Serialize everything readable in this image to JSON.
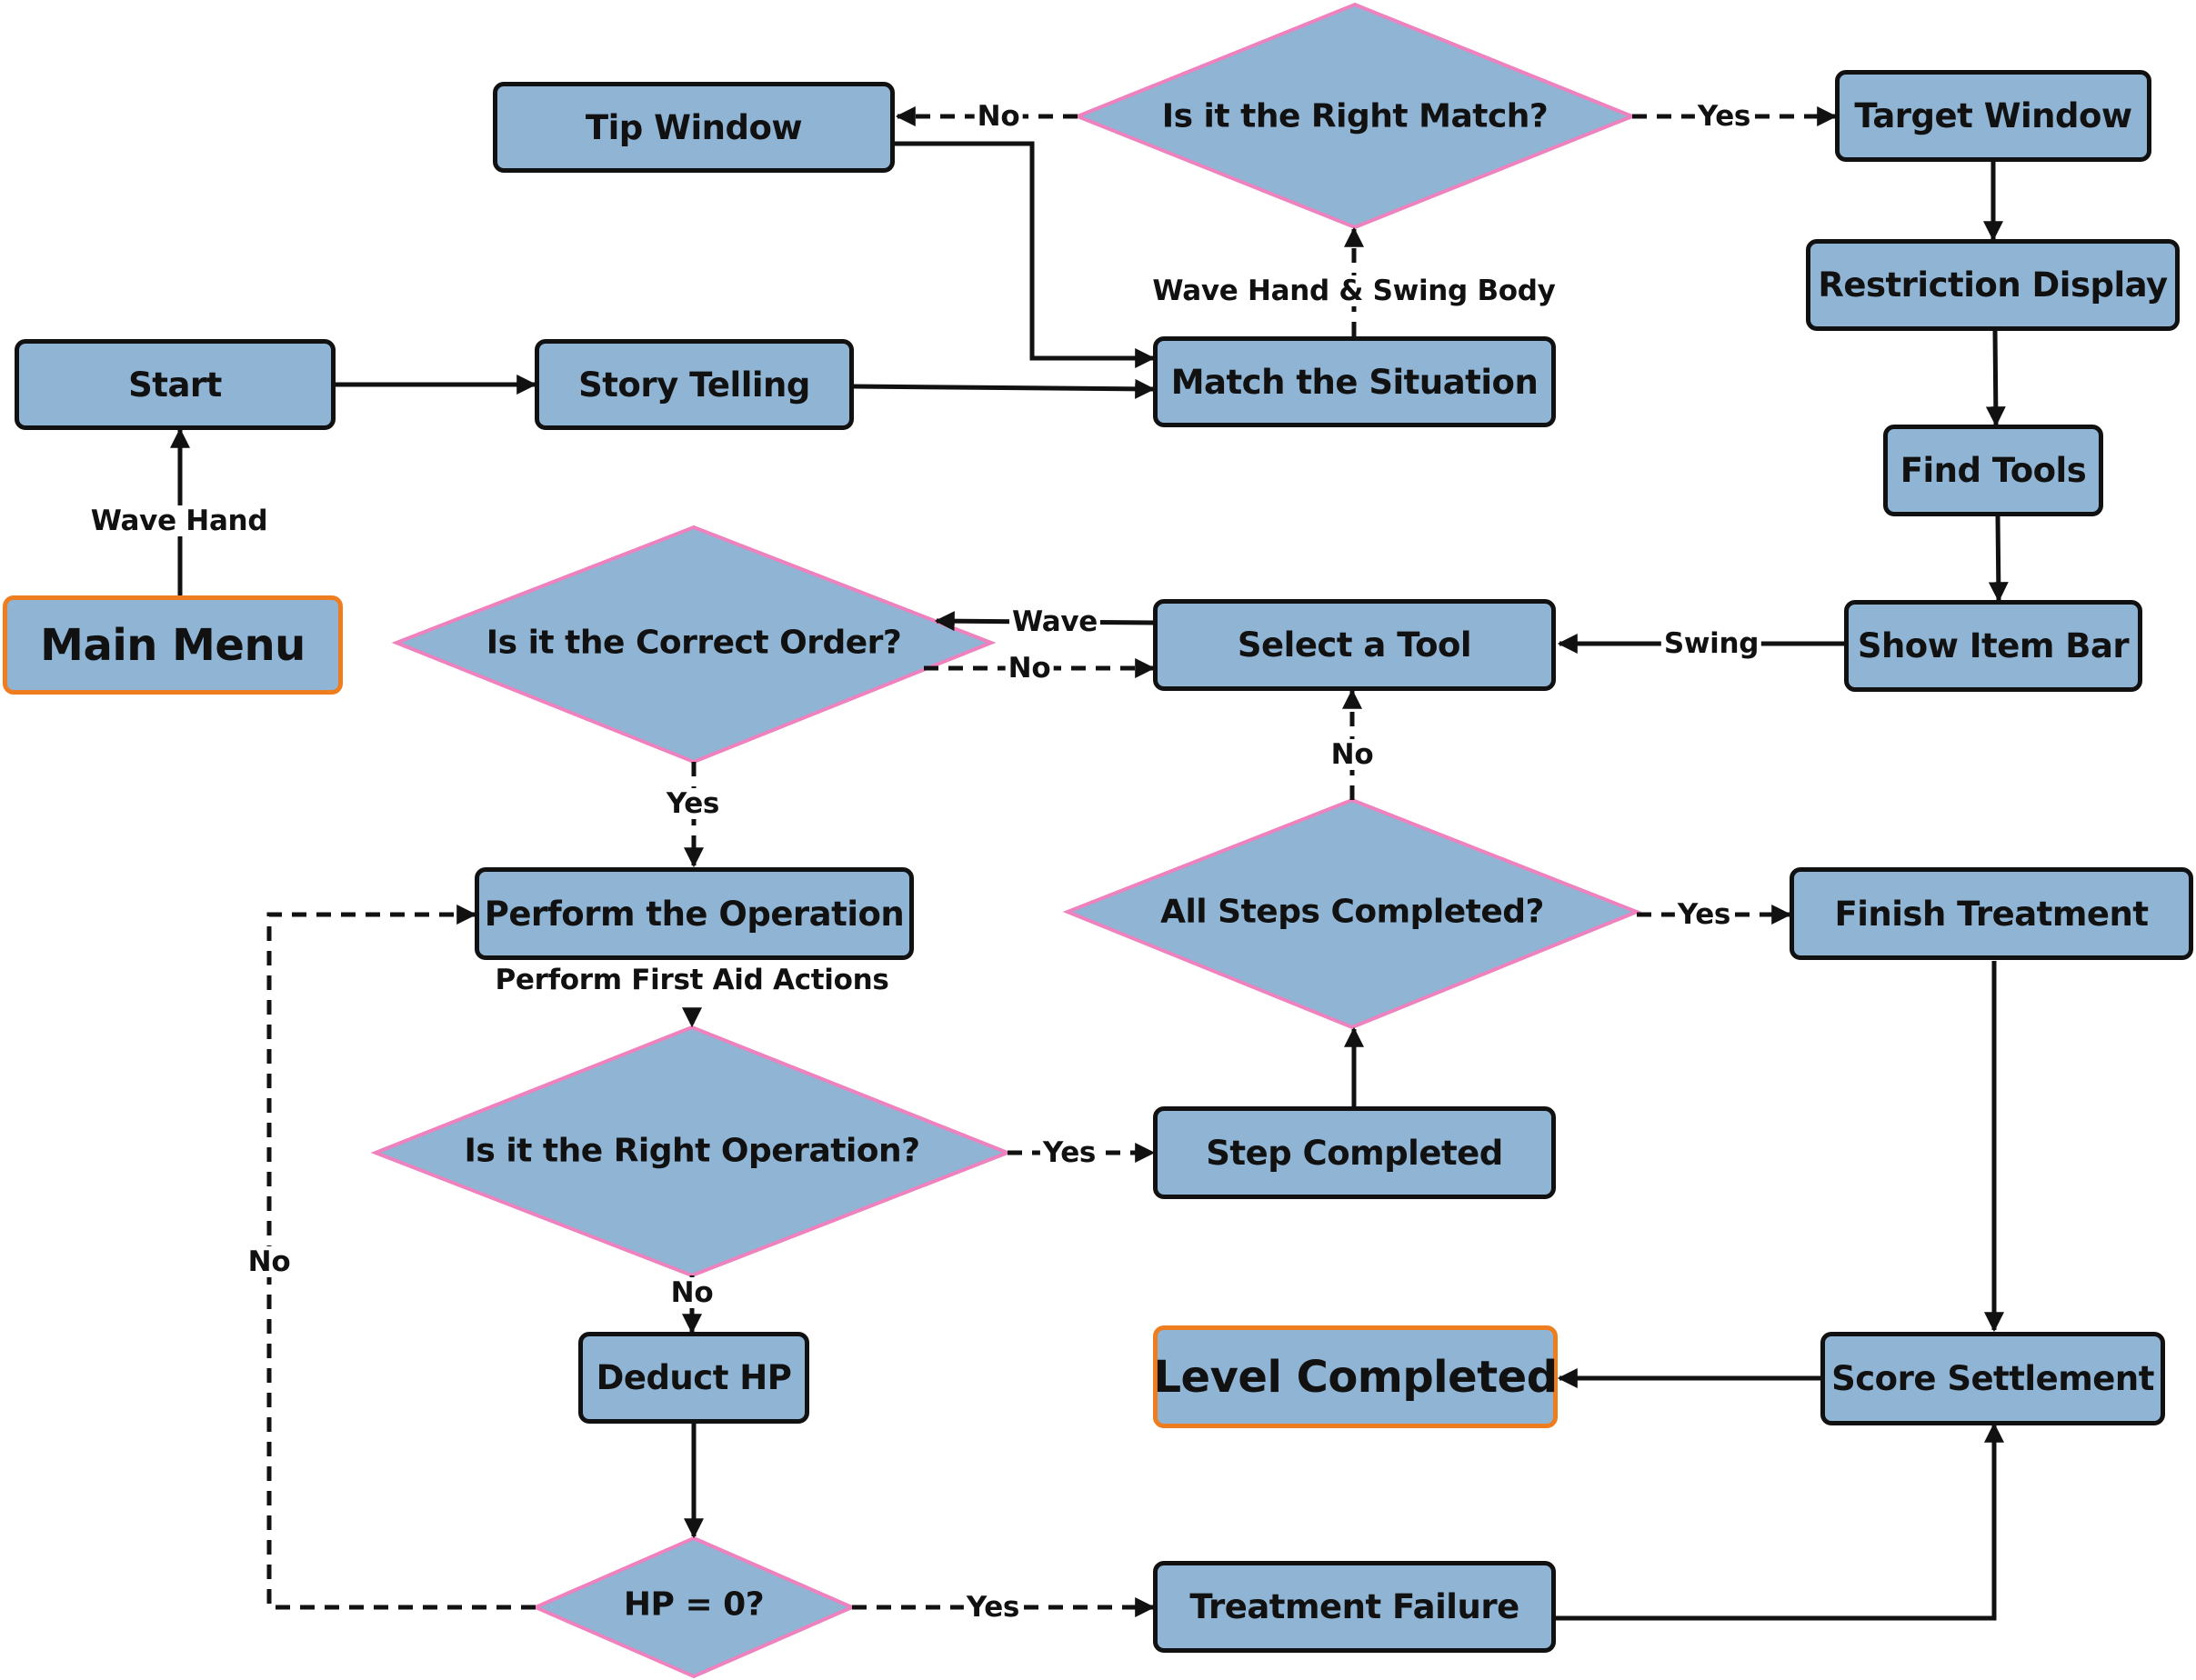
{
  "nodes": {
    "main_menu": "Main Menu",
    "start": "Start",
    "story_telling": "Story Telling",
    "match_situation": "Match the Situation",
    "tip_window": "Tip Window",
    "right_match": "Is it the Right Match?",
    "target_window": "Target Window",
    "restriction_display": "Restriction Display",
    "find_tools": "Find Tools",
    "show_item_bar": "Show Item Bar",
    "select_tool": "Select a Tool",
    "correct_order": "Is it the Correct Order?",
    "perform_operation": "Perform the Operation",
    "right_operation": "Is it the Right Operation?",
    "deduct_hp": "Deduct HP",
    "hp_zero": "HP = 0?",
    "treatment_failure": "Treatment Failure",
    "step_completed": "Step Completed",
    "all_steps": "All Steps Completed?",
    "finish_treatment": "Finish Treatment",
    "score_settlement": "Score Settlement",
    "level_completed": "Level Completed"
  },
  "edge_labels": {
    "wave_hand": "Wave Hand",
    "wave_hand_swing_body": "Wave Hand & Swing Body",
    "match_no": "No",
    "match_yes": "Yes",
    "swing": "Swing",
    "wave": "Wave",
    "order_no": "No",
    "order_yes": "Yes",
    "first_aid": "Perform First Aid Actions",
    "operation_yes": "Yes",
    "operation_no": "No",
    "steps_no": "No",
    "steps_yes": "Yes",
    "hp_yes": "Yes",
    "hp_no": "No"
  },
  "colors": {
    "node_fill": "#8fb4d4",
    "node_border": "#111111",
    "terminal_border": "#ee7d1f",
    "decision_border": "#ee82be",
    "edge": "#111111"
  }
}
